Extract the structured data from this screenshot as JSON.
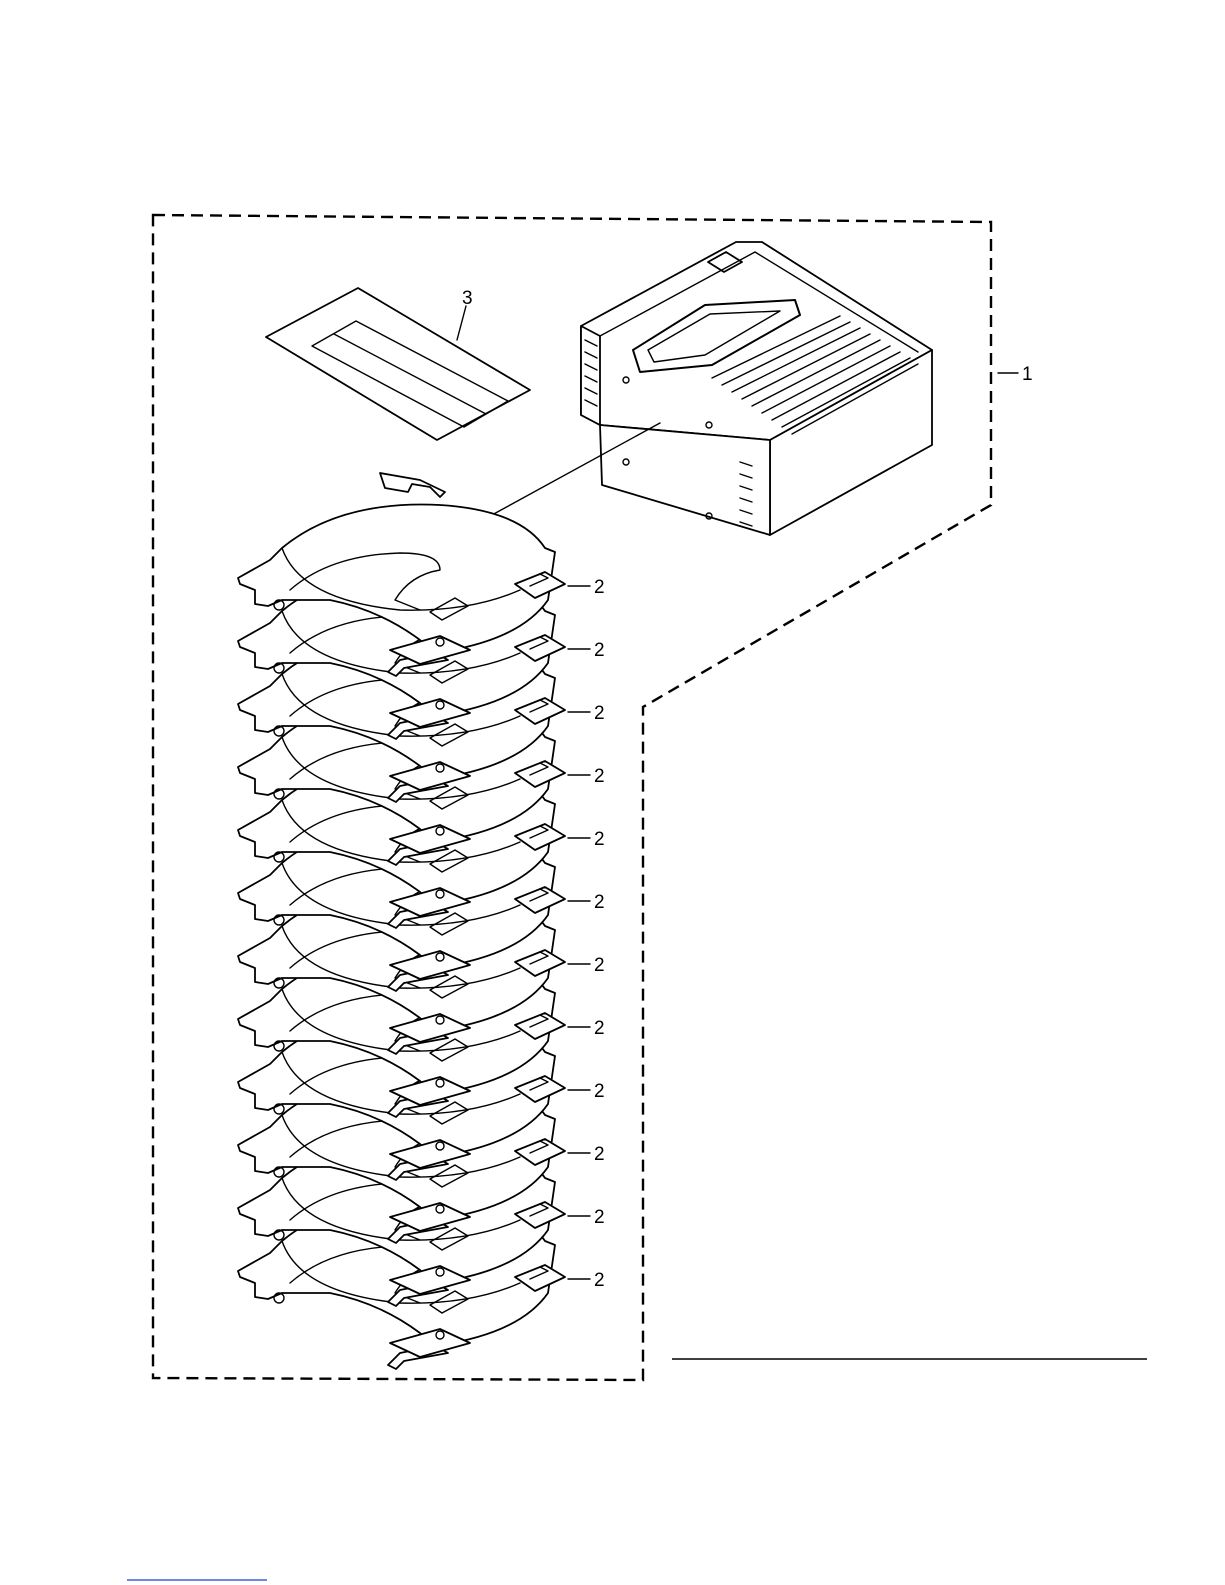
{
  "callouts": {
    "item1": "1",
    "item2": "2",
    "item3": "3"
  },
  "tray_count": 12
}
